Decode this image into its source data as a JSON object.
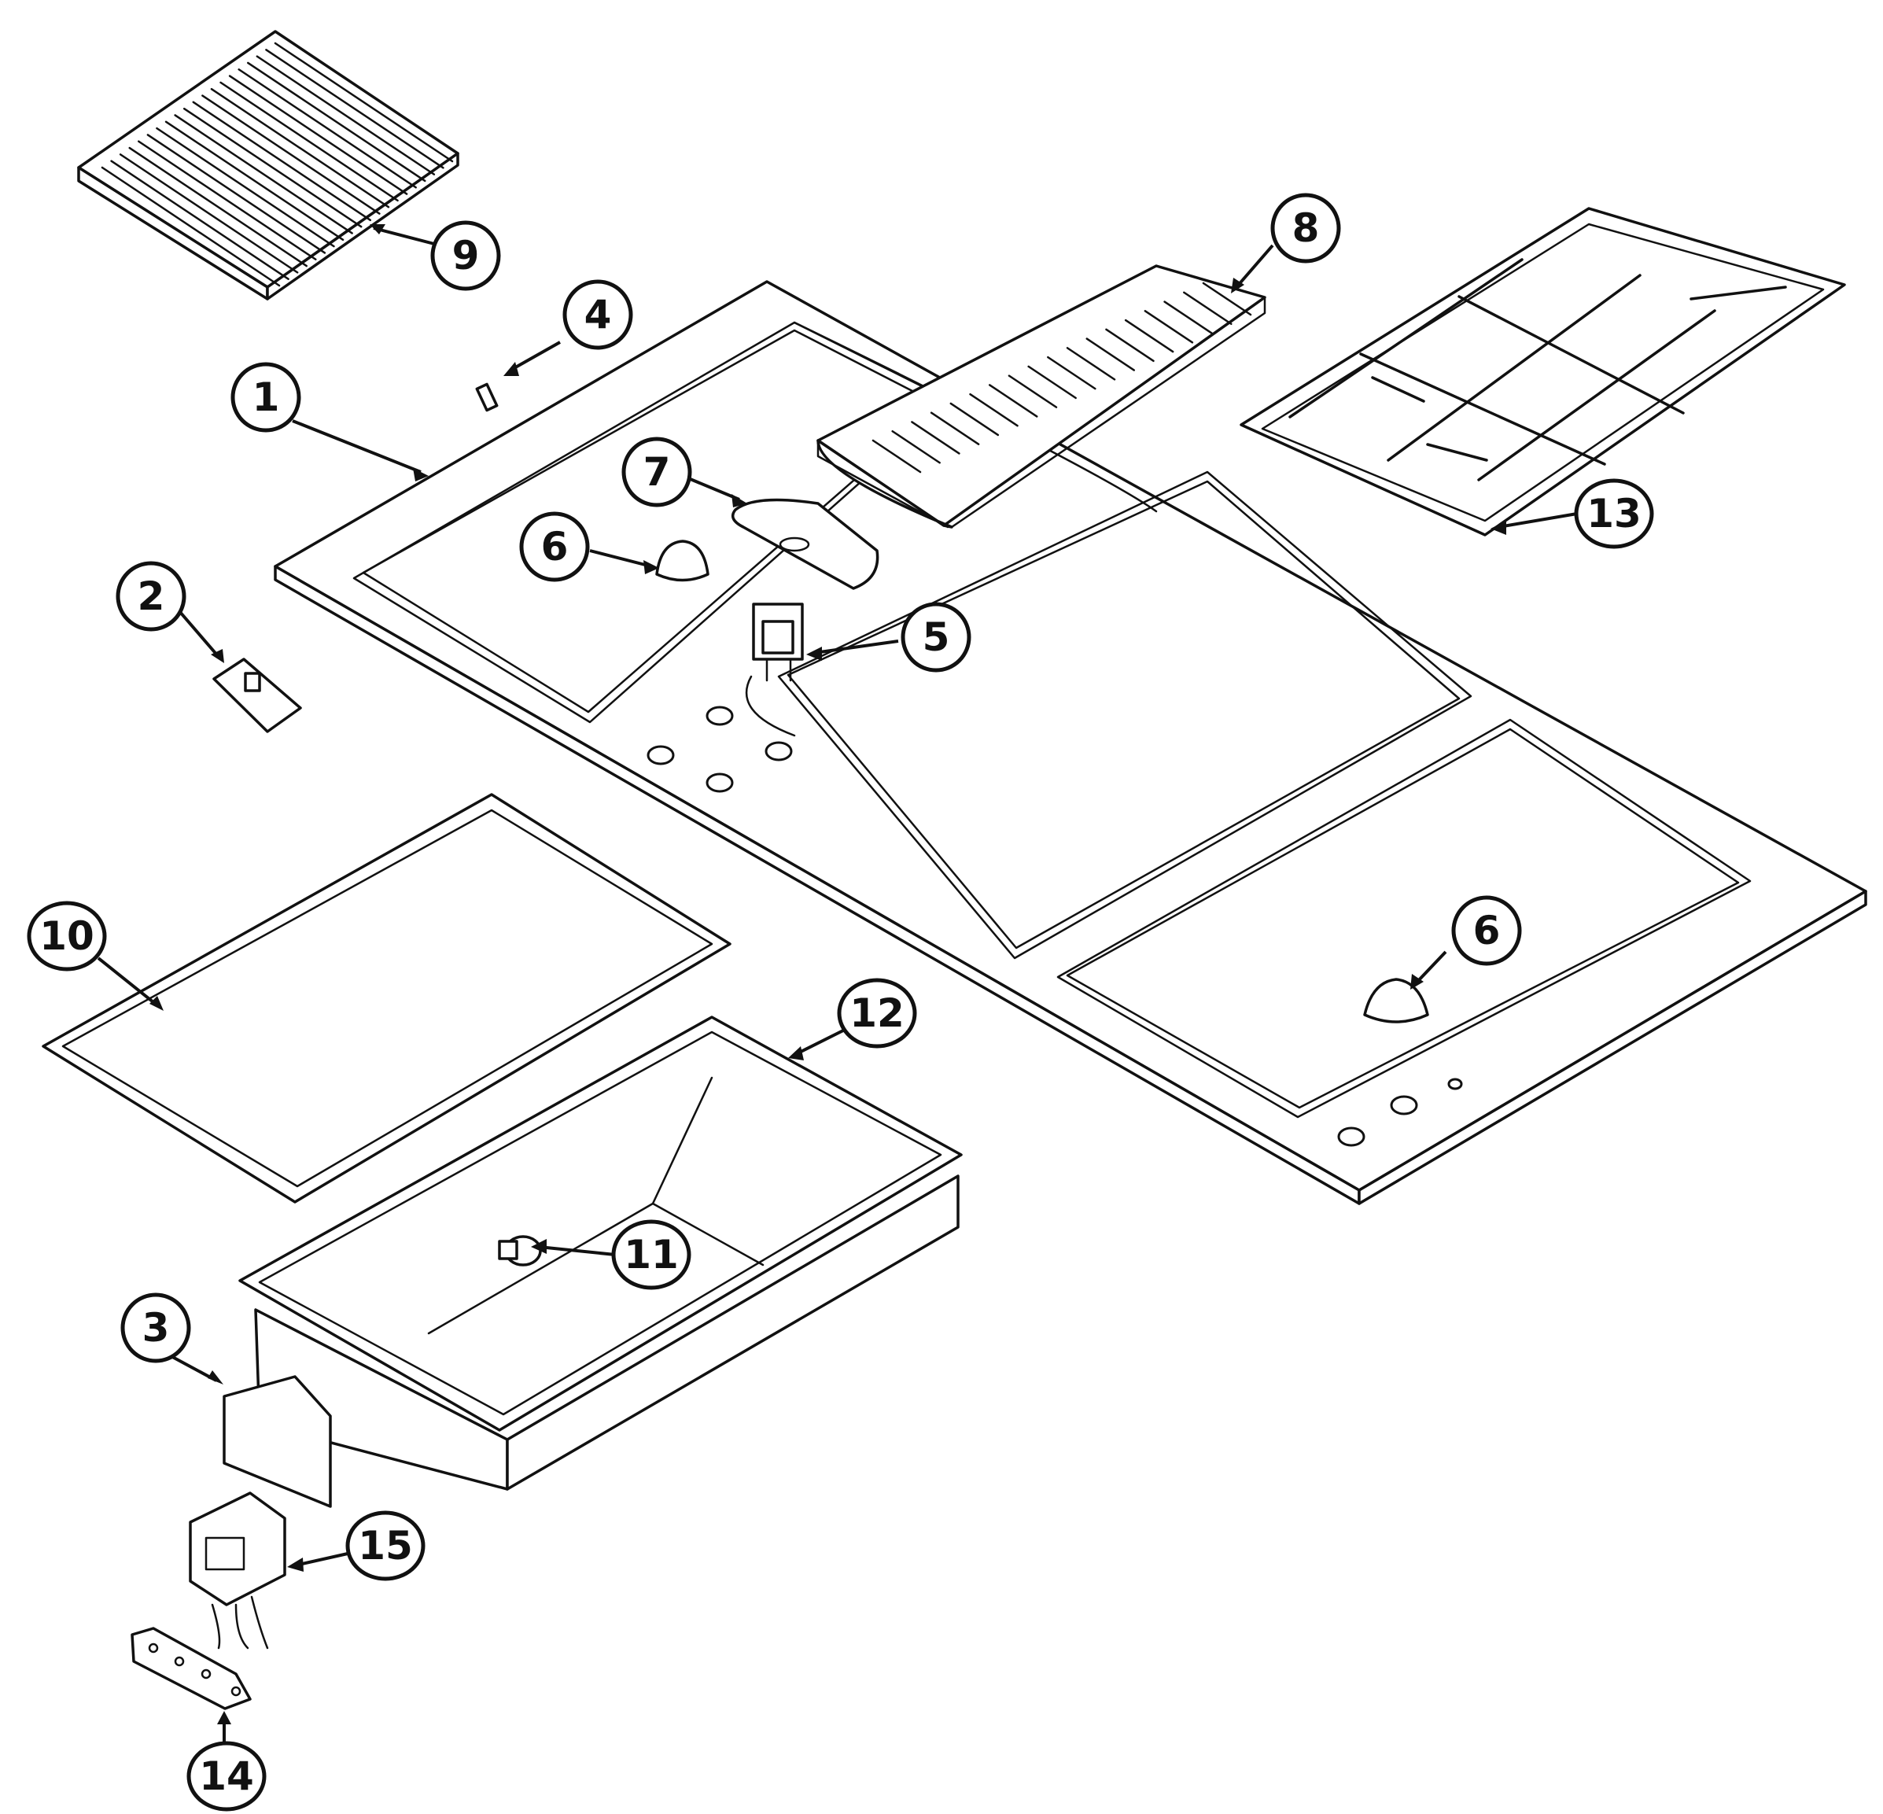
{
  "callouts": [
    {
      "id": "c1",
      "label": "1"
    },
    {
      "id": "c2",
      "label": "2"
    },
    {
      "id": "c3",
      "label": "3"
    },
    {
      "id": "c4",
      "label": "4"
    },
    {
      "id": "c5",
      "label": "5"
    },
    {
      "id": "c6a",
      "label": "6"
    },
    {
      "id": "c6b",
      "label": "6"
    },
    {
      "id": "c7",
      "label": "7"
    },
    {
      "id": "c8",
      "label": "8"
    },
    {
      "id": "c9",
      "label": "9"
    },
    {
      "id": "c10",
      "label": "10"
    },
    {
      "id": "c11",
      "label": "11"
    },
    {
      "id": "c12",
      "label": "12"
    },
    {
      "id": "c13",
      "label": "13"
    },
    {
      "id": "c14",
      "label": "14"
    },
    {
      "id": "c15",
      "label": "15"
    }
  ]
}
